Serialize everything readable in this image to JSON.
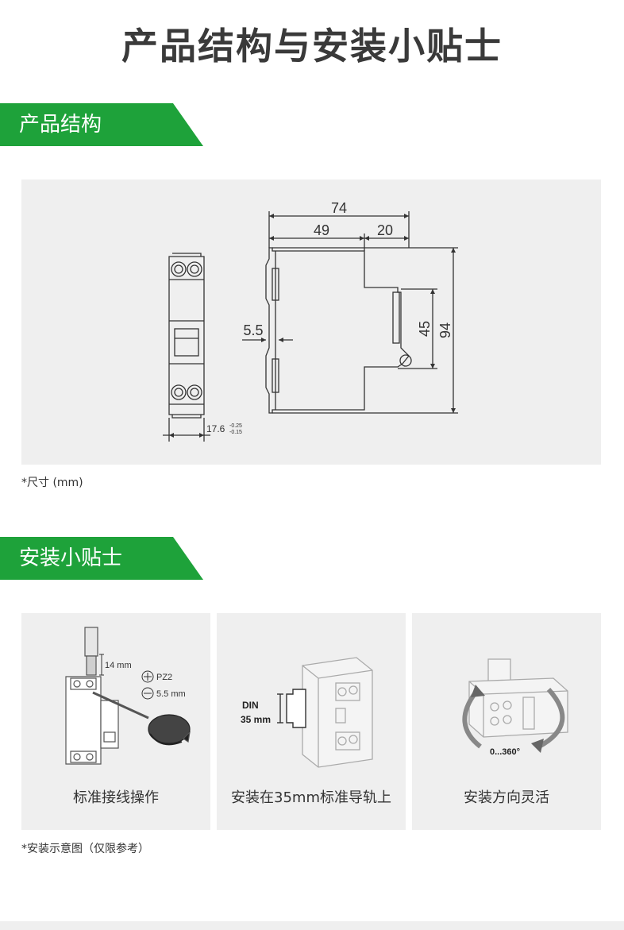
{
  "page": {
    "title": "产品结构与安装小贴士"
  },
  "structure_section": {
    "heading": "产品结构",
    "dimensions": {
      "total_depth": "74",
      "body_depth": "49",
      "front_depth": "20",
      "front_height": "45",
      "total_height": "94",
      "rail_slot": "5.5",
      "width": "17.6",
      "width_tol_plus": "-0.25",
      "width_tol_minus": "-0.15"
    },
    "note": "*尺寸 (mm)"
  },
  "tips_section": {
    "heading": "安装小贴士",
    "cards": [
      {
        "caption": "标准接线操作",
        "strip_length": "14 mm",
        "screwdriver_pz": "PZ2",
        "screwdriver_flat": "5.5 mm"
      },
      {
        "caption": "安装在35mm标准导轨上",
        "din_label": "DIN",
        "rail_size": "35 mm"
      },
      {
        "caption": "安装方向灵活",
        "rotation_label": "0...360°"
      }
    ],
    "note": "*安装示意图（仅限参考）"
  },
  "colors": {
    "accent_green": "#1ea23a",
    "panel_gray": "#efefef",
    "line_dark": "#333333"
  }
}
